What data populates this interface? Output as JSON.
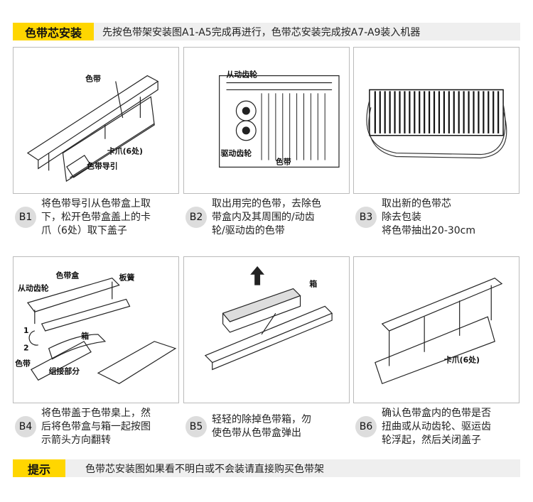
{
  "header": {
    "tag": "色带芯安装",
    "text": "先按色带架安装图A1-A5完成再进行，色带芯安装完成按A7-A9装入机器"
  },
  "steps": [
    {
      "badge": "B1",
      "text": "将色带导引从色带盒上取\n下，松开色带盒盖上的卡\n爪（6处）取下盖子",
      "labels": [
        "色带",
        "色带导引",
        "卡爪(6处)"
      ]
    },
    {
      "badge": "B2",
      "text": "取出用完的色带，去除色\n带盒内及其周围的/动齿\n轮/驱动齿的色带",
      "labels": [
        "从动齿轮",
        "驱动齿轮",
        "色带"
      ]
    },
    {
      "badge": "B3",
      "text": "取出新的色带芯\n除去包装\n将色带抽出20-30cm",
      "labels": []
    },
    {
      "badge": "B4",
      "text": "将色带盖于色带臬上，然\n后将色带盒与箱一起按图\n示箭头方向翻转",
      "labels": [
        "色带盒",
        "板簧",
        "从动齿轮",
        "箱",
        "色带",
        "组接部分",
        "1",
        "2"
      ]
    },
    {
      "badge": "B5",
      "text": "轻轻的除掉色带箱，勿\n使色带从色带盒弹出",
      "labels": [
        "箱"
      ]
    },
    {
      "badge": "B6",
      "text": "确认色带盒内的色带是否\n扭曲或从动齿轮、驱运齿\n轮浮起，然后关闭盖子",
      "labels": [
        "卡爪(6处)"
      ]
    }
  ],
  "footer": {
    "tag": "提示",
    "text": "色带芯安装图如果看不明白或不会装请直接购买色带架"
  }
}
